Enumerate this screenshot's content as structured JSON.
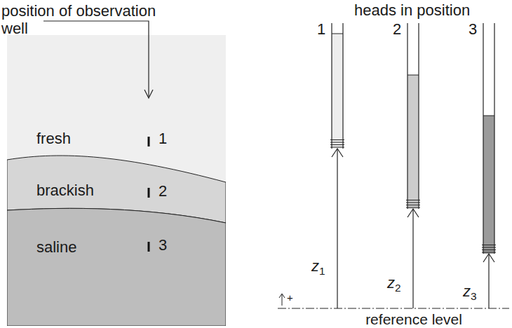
{
  "diagram": {
    "nodes": [
      {
        "text": [
          "fresh"
        ]
      },
      {
        "text": [
          "brackish"
        ]
      },
      {
        "text": [
          "saline"
        ]
      }
    ],
    "labels": [
      "position of observation well",
      "1",
      "2",
      "3",
      "heads in position",
      "1",
      "2",
      "3",
      "z1",
      "z2",
      "z3",
      "+",
      "reference level"
    ]
  }
}
